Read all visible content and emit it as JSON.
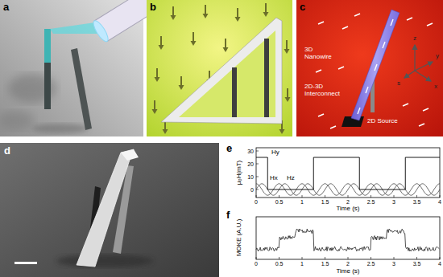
{
  "diagram": {
    "labels": [
      "a",
      "b",
      "c",
      "d",
      "e",
      "f",
      "3D Nanowire",
      "2D-3D Interconnect",
      "2D Source",
      "z",
      "y",
      "s",
      "x",
      "μ₀H(mT)",
      "30",
      "20",
      "10",
      "0",
      "0",
      "0.5",
      "1",
      "1.5",
      "2",
      "2.5",
      "3",
      "3.5",
      "4",
      "Time (s)",
      "Hy",
      "Hx",
      "Hz",
      "MOKE (A.U.)",
      "0",
      "0.5",
      "1",
      "1.5",
      "2",
      "2.5",
      "3",
      "3.5",
      "4",
      "Time (s)"
    ]
  }
}
